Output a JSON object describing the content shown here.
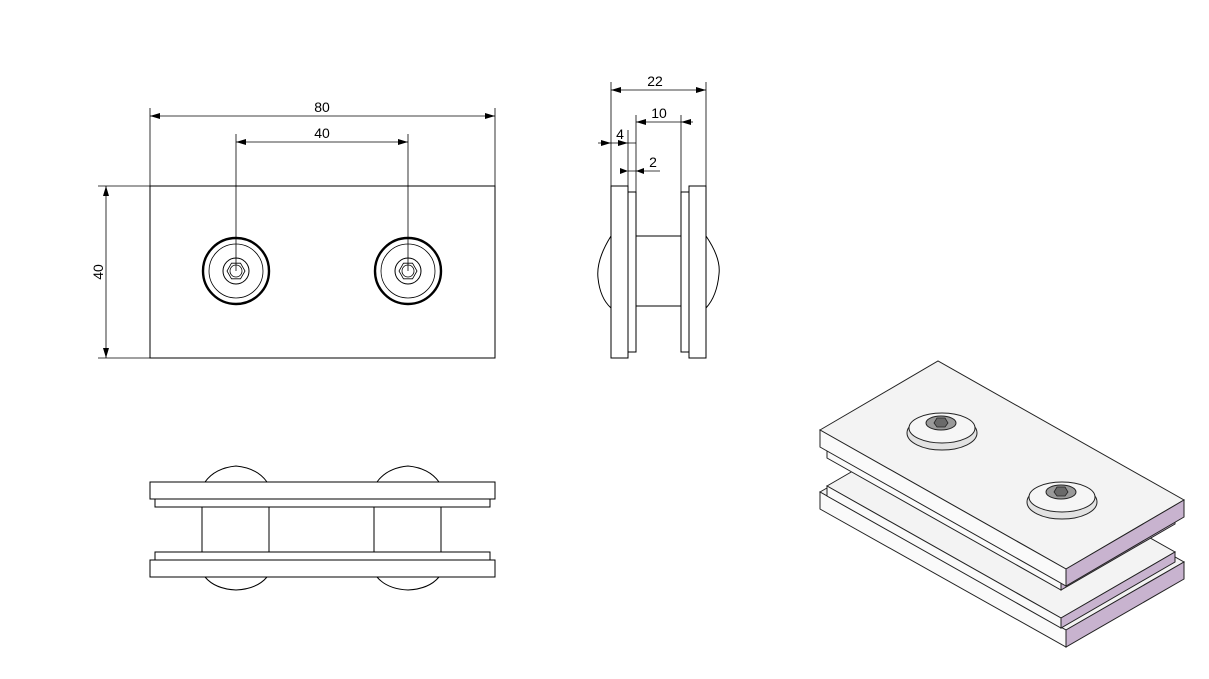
{
  "dimensions": {
    "front_overall_width": "80",
    "front_hole_spacing": "40",
    "front_height": "40",
    "side_overall_thickness": "22",
    "side_gap": "10",
    "side_plate_thickness": "4",
    "side_offset": "2"
  },
  "colors": {
    "line": "#000000",
    "background": "#ffffff",
    "iso_edge": "#c8b3cf",
    "iso_face": "#f3f3f3"
  }
}
